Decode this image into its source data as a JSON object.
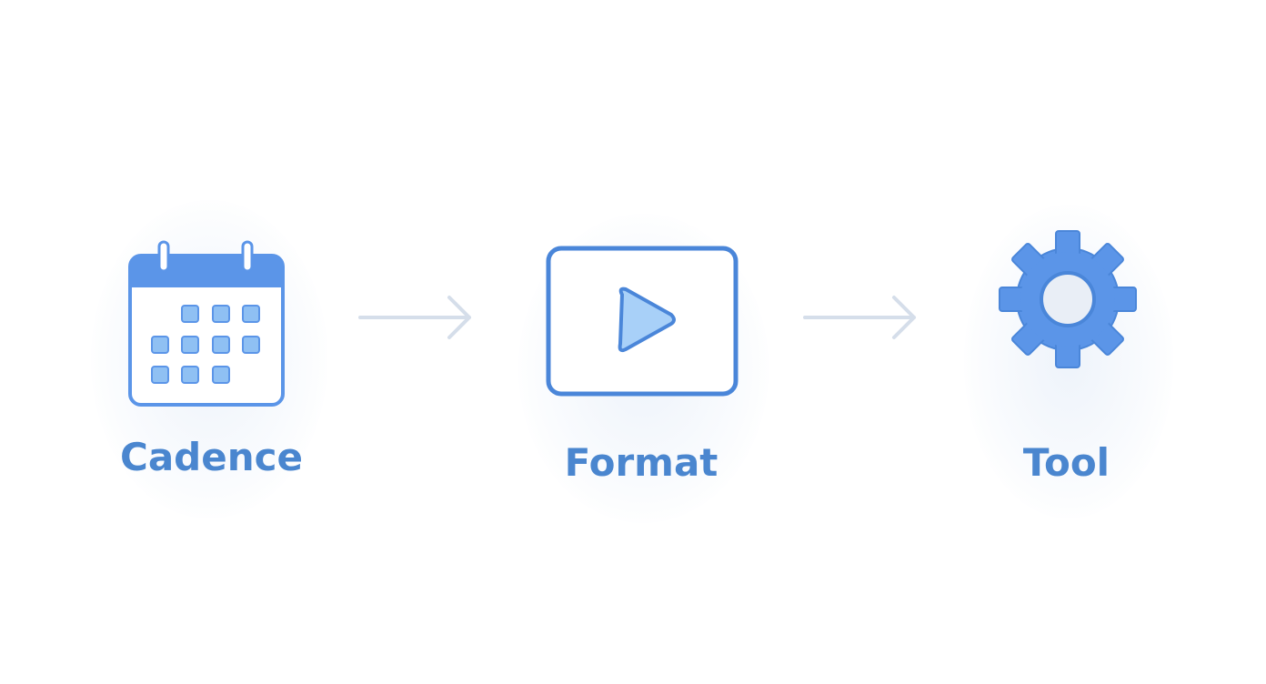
{
  "steps": [
    {
      "label": "Cadence",
      "icon": "calendar-icon"
    },
    {
      "label": "Format",
      "icon": "play-icon"
    },
    {
      "label": "Tool",
      "icon": "gear-icon"
    }
  ],
  "arrows": [
    "arrow-right-icon",
    "arrow-right-icon"
  ],
  "colors": {
    "primary": "#4a86cf",
    "icon_fill": "#5b95e8",
    "icon_light": "#a8d0f8",
    "cell_fill": "#8fc0f3",
    "arrow": "#d5deea",
    "gear_center": "#e9eef6"
  }
}
